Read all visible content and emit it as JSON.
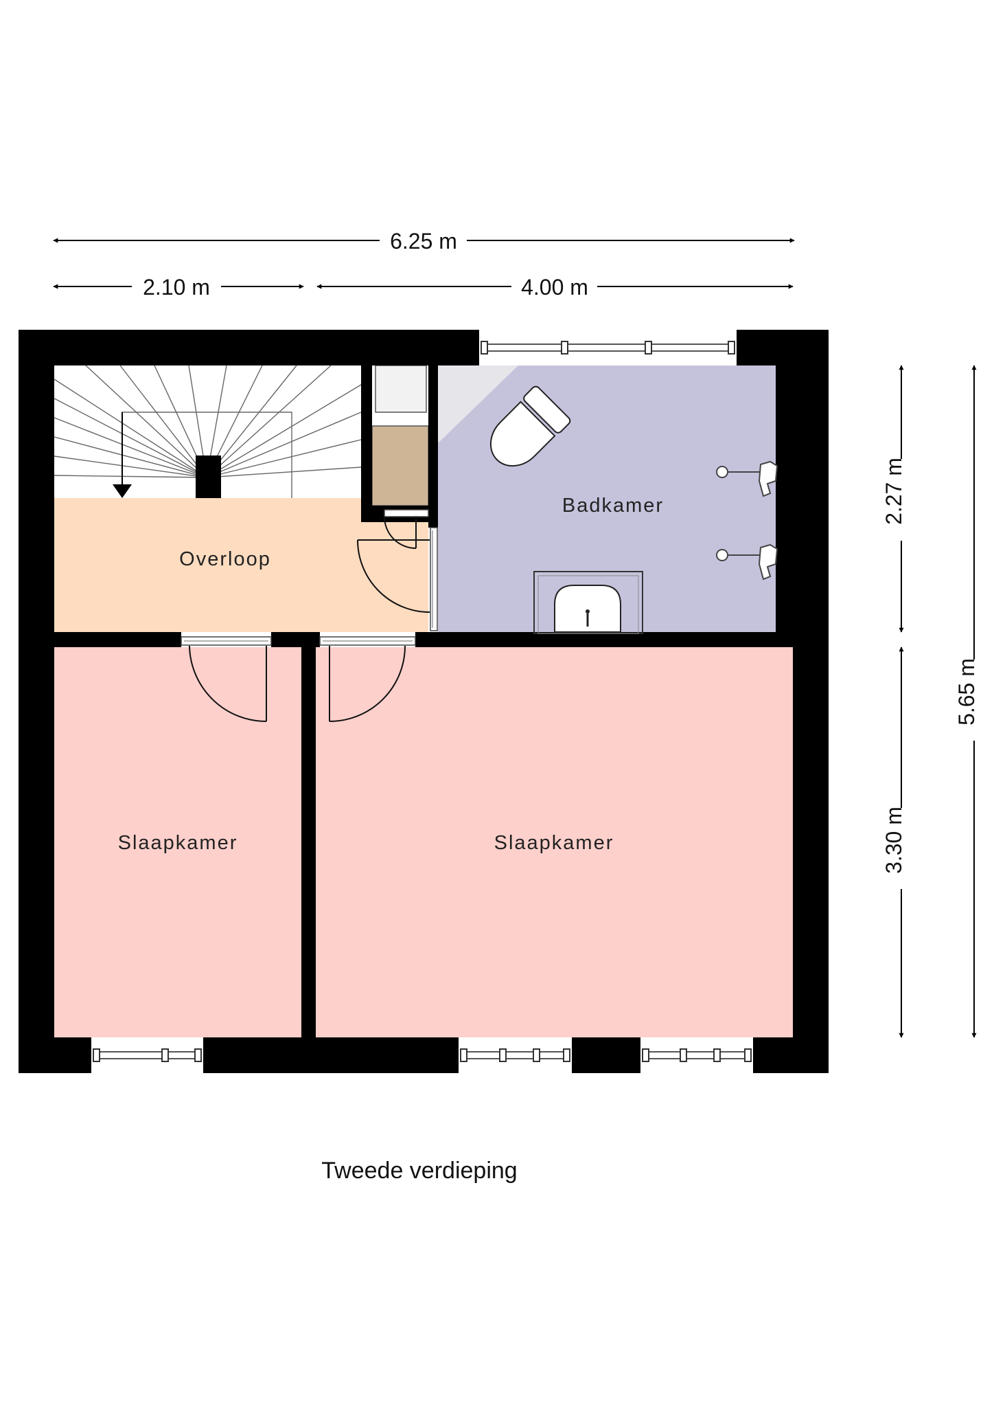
{
  "rooms": {
    "landing": "Overloop",
    "bathroom": "Badkamer",
    "bedroom_small": "Slaapkamer",
    "bedroom_large": "Slaapkamer"
  },
  "dimensions": {
    "total_width": "6.25 m",
    "left_width": "2.10 m",
    "right_width": "4.00 m",
    "upper_height": "2.27 m",
    "lower_height": "3.30 m",
    "total_height": "5.65 m"
  },
  "caption": "Tweede verdieping",
  "colors": {
    "wall": "#000000",
    "landing_fill": "#fddcc0",
    "bathroom_fill": "#c5c3dc",
    "bedroom_fill": "#fdd0cb",
    "closet_fill": "#cdb596",
    "closet_top_fill": "#f2f2f2"
  }
}
